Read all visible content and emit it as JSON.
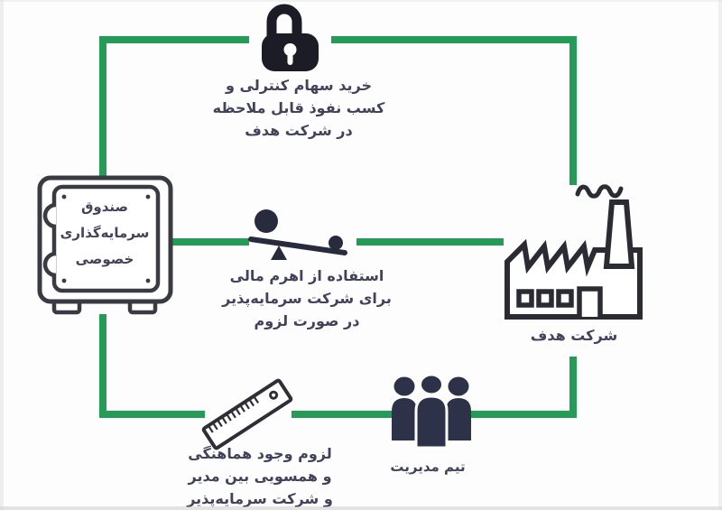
{
  "colors": {
    "connector_green": "#259b58",
    "text": "#42425a",
    "icon_dark": "#20222e",
    "people_fill": "#2e3248"
  },
  "nodes": {
    "fund": {
      "icon": "safe-icon",
      "lines": [
        "صندوق",
        "سرمایه‌گذاری",
        "خصوصی"
      ]
    },
    "target_company": {
      "icon": "factory-icon",
      "label": "شرکت هدف"
    },
    "management_team": {
      "icon": "people-icon",
      "label": "تیم مدیریت"
    }
  },
  "steps": {
    "acquire_control": {
      "icon": "padlock-icon",
      "lines": [
        "خرید سهام کنترلی و",
        "کسب نفوذ قابل ملاحظه",
        "در شرکت هدف"
      ]
    },
    "financial_leverage": {
      "icon": "lever-icon",
      "lines": [
        "استفاده از اهرم مالی",
        "برای شرکت سرمایه‌پذیر",
        "در صورت لزوم"
      ]
    },
    "alignment": {
      "icon": "ruler-icon",
      "lines": [
        "لزوم وجود هماهنگی",
        "و همسویی بین مدیر",
        "و شرکت سرمایه‌پذیر"
      ]
    }
  }
}
